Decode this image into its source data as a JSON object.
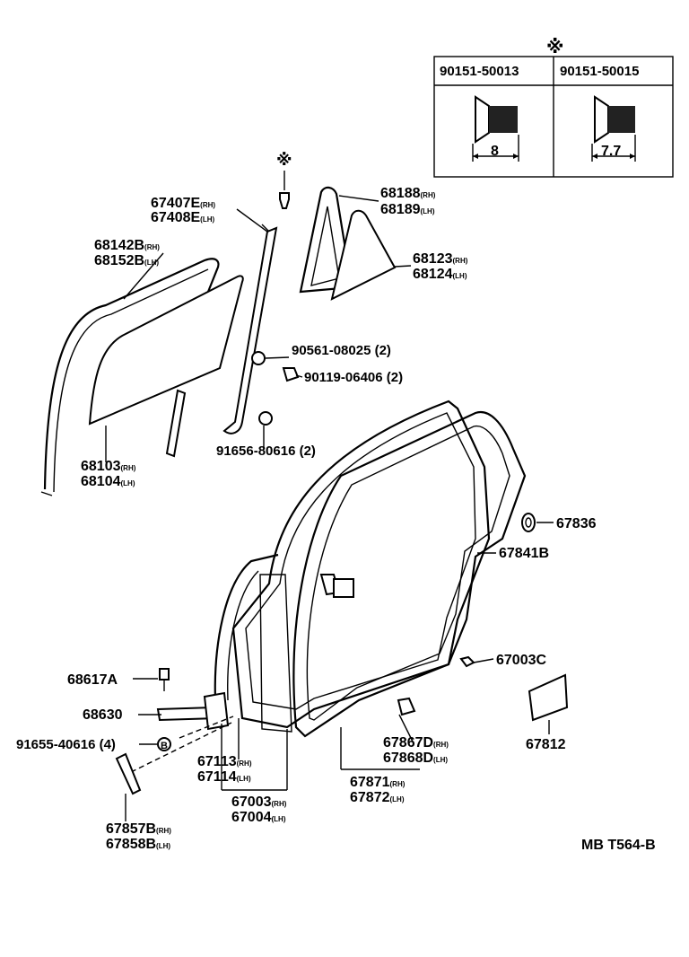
{
  "diagram_code": "MB T564-B",
  "note_mark": "※",
  "table": {
    "note_mark": "※",
    "col1_part": "90151-50013",
    "col1_dim": "8",
    "col2_part": "90151-50015",
    "col2_dim": "7.7"
  },
  "labels": {
    "p67407": {
      "code": "67407E",
      "side": "(RH)"
    },
    "p67408": {
      "code": "67408E",
      "side": "(LH)"
    },
    "p68188": {
      "code": "68188",
      "side": "(RH)"
    },
    "p68189": {
      "code": "68189",
      "side": "(LH)"
    },
    "p68142": {
      "code": "68142B",
      "side": "(RH)"
    },
    "p68152": {
      "code": "68152B",
      "side": "(LH)"
    },
    "p68123": {
      "code": "68123",
      "side": "(RH)"
    },
    "p68124": {
      "code": "68124",
      "side": "(LH)"
    },
    "p90561": {
      "text": "90561-08025 (2)"
    },
    "p90119": {
      "text": "90119-06406 (2)"
    },
    "p91656": {
      "text": "91656-80616 (2)"
    },
    "p68103": {
      "code": "68103",
      "side": "(RH)"
    },
    "p68104": {
      "code": "68104",
      "side": "(LH)"
    },
    "p67836": {
      "text": "67836"
    },
    "p67841": {
      "text": "67841B"
    },
    "p67003c": {
      "text": "67003C"
    },
    "p68617": {
      "text": "68617A"
    },
    "p68630": {
      "text": "68630"
    },
    "p91655": {
      "text": "91655-40616 (4)",
      "circle": "B"
    },
    "p67113": {
      "code": "67113",
      "side": "(RH)"
    },
    "p67114": {
      "code": "67114",
      "side": "(LH)"
    },
    "p67867": {
      "code": "67867D",
      "side": "(RH)"
    },
    "p67868": {
      "code": "67868D",
      "side": "(LH)"
    },
    "p67812": {
      "text": "67812"
    },
    "p67003": {
      "code": "67003",
      "side": "(RH)"
    },
    "p67004": {
      "code": "67004",
      "side": "(LH)"
    },
    "p67871": {
      "code": "67871",
      "side": "(RH)"
    },
    "p67872": {
      "code": "67872",
      "side": "(LH)"
    },
    "p67857": {
      "code": "67857B",
      "side": "(RH)"
    },
    "p67858": {
      "code": "67858B",
      "side": "(LH)"
    }
  }
}
